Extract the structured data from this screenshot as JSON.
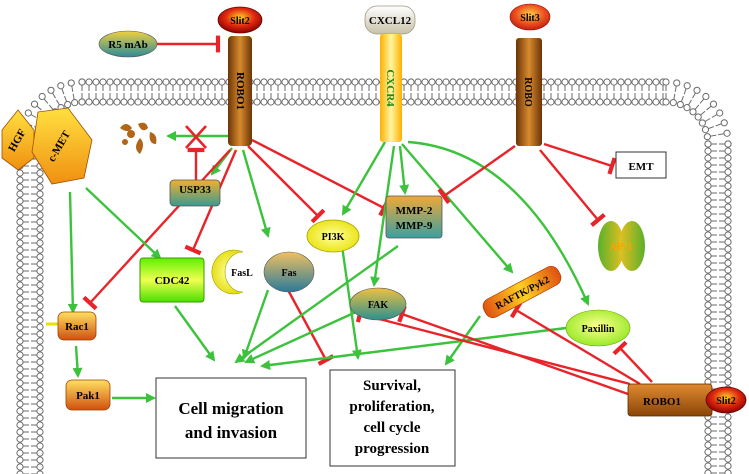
{
  "labels": {
    "r5_mab": "R5 mAb",
    "slit2_top": "Slit2",
    "robo1_receptor": "ROBO1",
    "cxcl12": "CXCL12",
    "cxcr4": "CXCR4",
    "slit3": "Slit3",
    "robo_receptor": "ROBO",
    "hgf": "HGF",
    "c_met": "c-MET",
    "usp33": "USP33",
    "emt": "EMT",
    "mmp2": "MMP-2",
    "mmp9": "MMP-9",
    "pi3k": "PI3K",
    "ap1": "AP-1",
    "cdc42": "CDC42",
    "fasl": "FasL",
    "fas": "Fas",
    "fak": "FAK",
    "raftk": "RAFTK/Pyk2",
    "paxillin": "Paxillin",
    "rac1": "Rac1",
    "pak1": "Pak1",
    "outcome_migration_line1": "Cell migration",
    "outcome_migration_line2": "and invasion",
    "outcome_survival_line1": "Survival,",
    "outcome_survival_line2": "proliferation,",
    "outcome_survival_line3": "cell cycle",
    "outcome_survival_line4": "progression",
    "robo1_bottom": "ROBO1",
    "slit2_bottom": "Slit2"
  },
  "colors": {
    "activation": "#3cc23c",
    "inhibition": "#e8242a",
    "membrane": "#6a6a6a",
    "receptor_robo": "#b8640e",
    "receptor_cxcr4": "#ffd200",
    "slit": "#d41010",
    "node_green": "#9ff23a",
    "node_orange": "#f0a020",
    "node_teal": "#3aa09a"
  },
  "icons": [
    "degradation-fragments-icon",
    "block-cross-icon"
  ]
}
